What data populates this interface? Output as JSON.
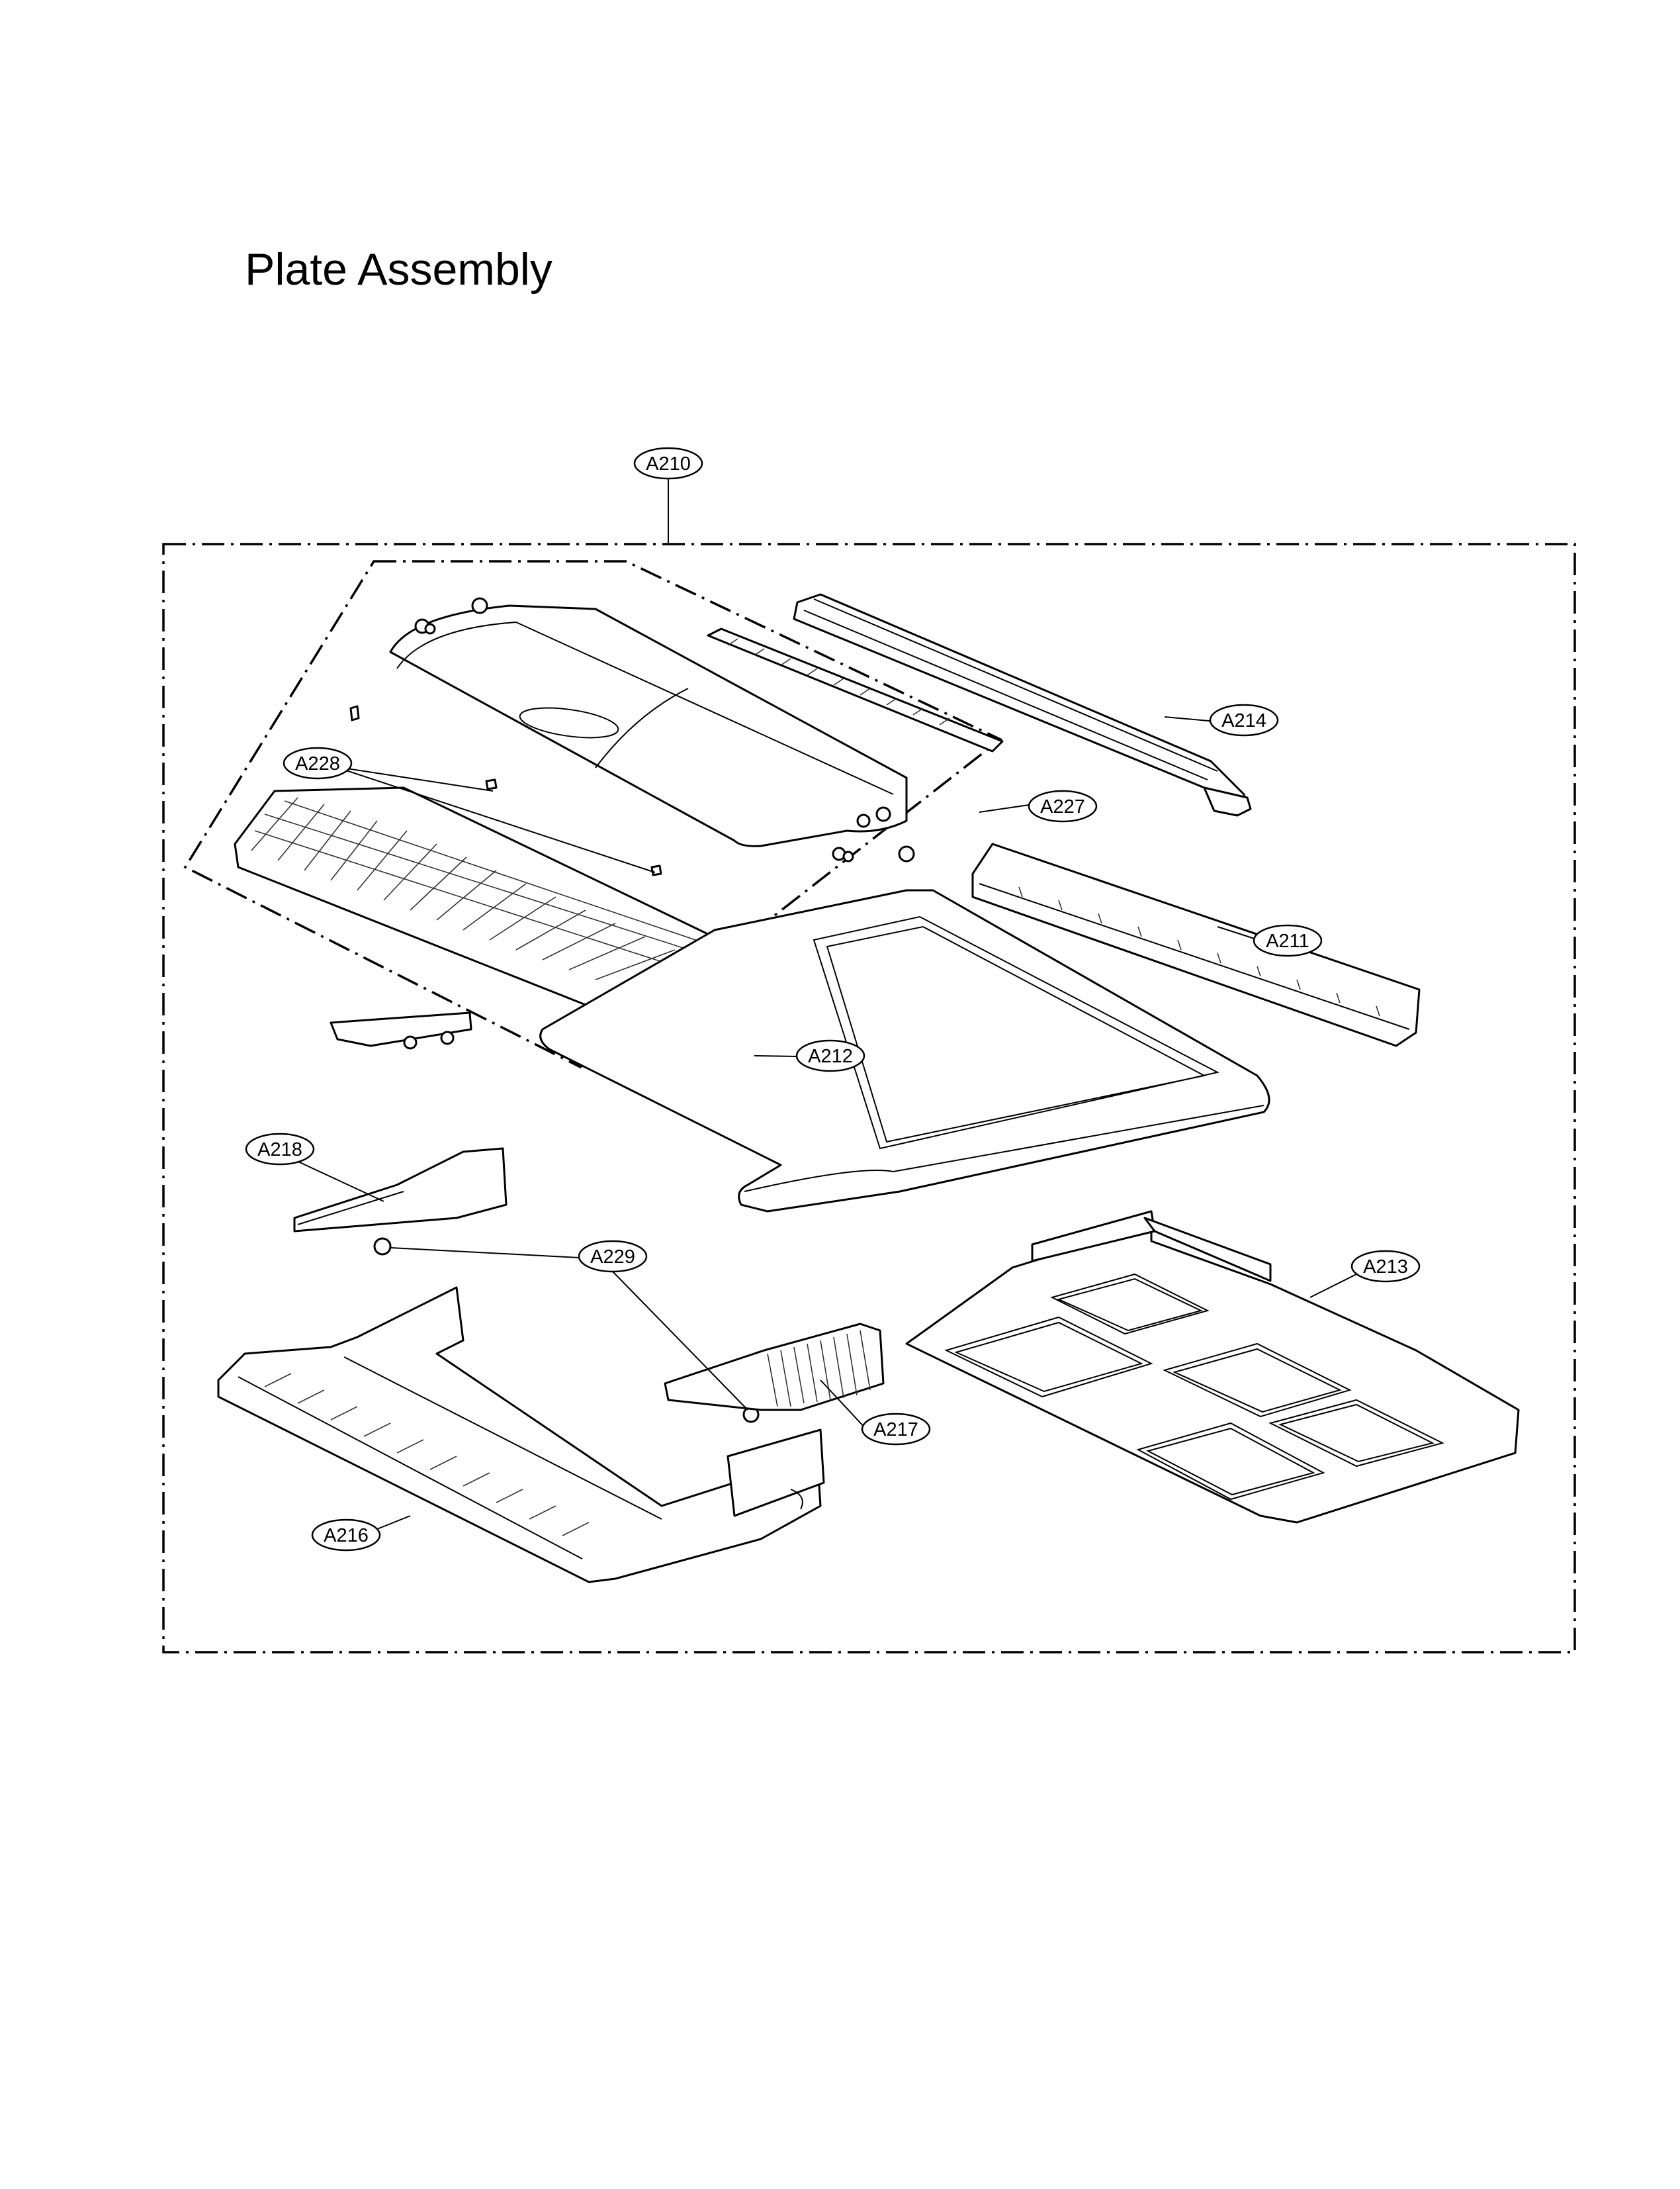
{
  "title": "Plate Assembly",
  "callouts": [
    {
      "id": "a210",
      "label": "A210"
    },
    {
      "id": "a214",
      "label": "A214"
    },
    {
      "id": "a228",
      "label": "A228"
    },
    {
      "id": "a227",
      "label": "A227"
    },
    {
      "id": "a211",
      "label": "A211"
    },
    {
      "id": "a212",
      "label": "A212"
    },
    {
      "id": "a218",
      "label": "A218"
    },
    {
      "id": "a229",
      "label": "A229"
    },
    {
      "id": "a213",
      "label": "A213"
    },
    {
      "id": "a217",
      "label": "A217"
    },
    {
      "id": "a216",
      "label": "A216"
    }
  ]
}
